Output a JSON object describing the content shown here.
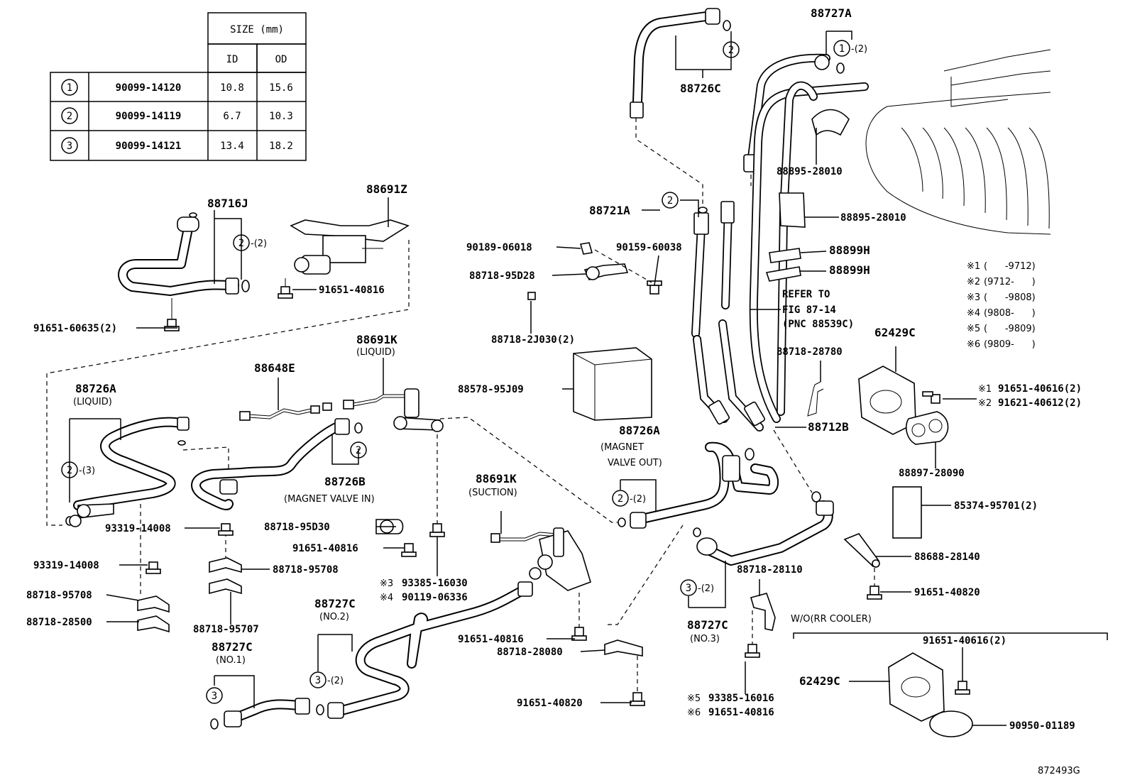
{
  "size_table": {
    "header": "SIZE (mm)",
    "col_id": "ID",
    "col_od": "OD",
    "rows": [
      {
        "mark": "1",
        "part": "90099-14120",
        "id": "10.8",
        "od": "15.6"
      },
      {
        "mark": "2",
        "part": "90099-14119",
        "id": "6.7",
        "od": "10.3"
      },
      {
        "mark": "3",
        "part": "90099-14121",
        "id": "13.4",
        "od": "18.2"
      }
    ]
  },
  "callouts": {
    "p88716J": "88716J",
    "p88691Z": "88691Z",
    "p91651_40816_a": "91651-40816",
    "p91651_60635": "91651-60635(2)",
    "p88691K_liquid": "88691K",
    "sub_liquid_a": "(LIQUID)",
    "p88648E": "88648E",
    "p88726A_liquid": "88726A",
    "sub_liquid_b": "(LIQUID)",
    "p88726B": "88726B",
    "sub_magnet_in": "(MAGNET VALVE IN)",
    "p93319_14008_a": "93319-14008",
    "p93319_14008_b": "93319-14008",
    "p88718_95708_a": "88718-95708",
    "p88718_95708_b": "88718-95708",
    "p88718_28500": "88718-28500",
    "p88718_95707": "88718-95707",
    "p88727C_no1": "88727C",
    "sub_no1": "(NO.1)",
    "p88727C_no2": "88727C",
    "sub_no2": "(NO.2)",
    "p88718_95D30": "88718-95D30",
    "p91651_40816_b": "91651-40816",
    "p93385_16030": "93385-16030",
    "p90119_06336": "90119-06336",
    "p88691K_suction": "88691K",
    "sub_suction": "(SUCTION)",
    "p91651_40816_c": "91651-40816",
    "p88718_28080": "88718-28080",
    "p91651_40820_a": "91651-40820",
    "p90189_06018": "90189-06018",
    "p88718_95D28": "88718-95D28",
    "p90159_60038": "90159-60038",
    "p88718_2J030": "88718-2J030(2)",
    "p88578_95J09": "88578-95J09",
    "p88721A": "88721A",
    "p88726C": "88726C",
    "p88727A": "88727A",
    "p88895_28010_a": "88895-28010",
    "p88895_28010_b": "88895-28010",
    "p88899H_a": "88899H",
    "p88899H_b": "88899H",
    "refer_1": "REFER TO",
    "refer_2": "FIG 87-14",
    "refer_3": "(PNC 88539C)",
    "p88718_28780": "88718-28780",
    "p88712B": "88712B",
    "p88726A_magnet": "88726A",
    "sub_magnet_out_1": "(MAGNET",
    "sub_magnet_out_2": "VALVE OUT)",
    "p62429C_a": "62429C",
    "p91651_40616": "91651-40616(2)",
    "p91621_40612": "91621-40612(2)",
    "p88897_28090": "88897-28090",
    "p85374_95701": "85374-95701(2)",
    "p88688_28140": "88688-28140",
    "p91651_40820_b": "91651-40820",
    "p88718_28110": "88718-28110",
    "p88727C_no3": "88727C",
    "sub_no3": "(NO.3)",
    "p93385_16016": "93385-16016",
    "p91651_40816_d": "91651-40816",
    "wo_rr_cooler": "W/O(RR COOLER)",
    "p91651_40616_b": "91651-40616(2)",
    "p62429C_b": "62429C",
    "p90950_01189": "90950-01189",
    "fig_id": "872493G"
  },
  "qty": {
    "q2": "-(2)",
    "q3": "-(3)"
  },
  "marks": {
    "m1": "1",
    "m2": "2",
    "m3": "3",
    "x1": "※1",
    "x2": "※2",
    "x3": "※3",
    "x4": "※4",
    "x5": "※5",
    "x6": "※6"
  },
  "applicability": [
    {
      "mark": "※1",
      "range": "(      -9712)"
    },
    {
      "mark": "※2",
      "range": "(9712-      )"
    },
    {
      "mark": "※3",
      "range": "(      -9808)"
    },
    {
      "mark": "※4",
      "range": "(9808-      )"
    },
    {
      "mark": "※5",
      "range": "(      -9809)"
    },
    {
      "mark": "※6",
      "range": "(9809-      )"
    }
  ]
}
